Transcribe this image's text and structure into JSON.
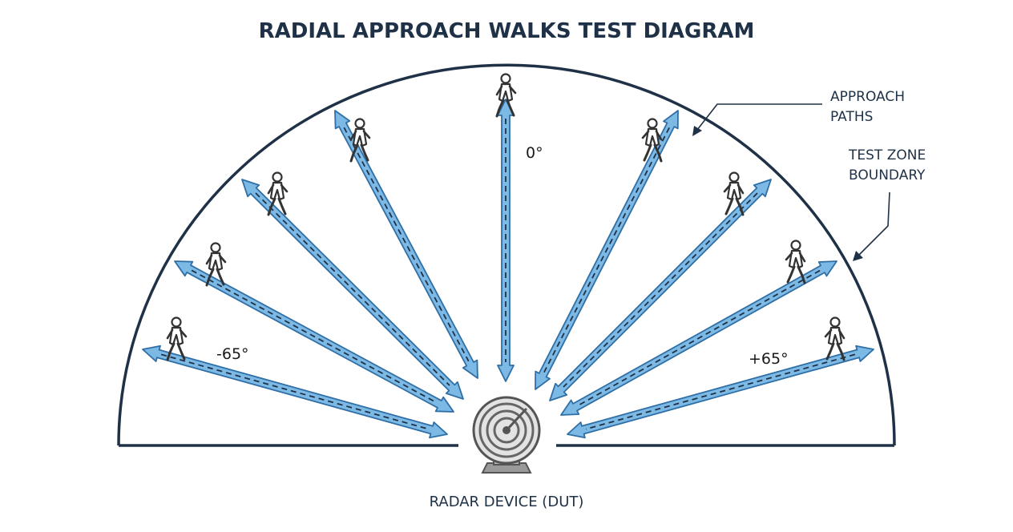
{
  "title": "RADIAL APPROACH WALKS TEST DIAGRAM",
  "callouts": {
    "approach_paths": [
      "APPROACH",
      "PATHS"
    ],
    "test_zone_boundary": [
      "TEST ZONE",
      "BOUNDARY"
    ]
  },
  "angle_labels": {
    "center": "0°",
    "left": "-65°",
    "right": "+65°"
  },
  "device_label": "RADAR DEVICE (DUT)",
  "path_count": 9,
  "colors": {
    "title": "#1f3147",
    "boundary": "#1f3147",
    "path_fill": "#7db9e5",
    "path_stroke": "#2f6fa6",
    "dash": "#1f3147",
    "icon_stroke": "#333333",
    "device": "#6b6b6b"
  },
  "icons": {
    "walker": "person-walking-icon",
    "device": "radar-device-icon"
  }
}
